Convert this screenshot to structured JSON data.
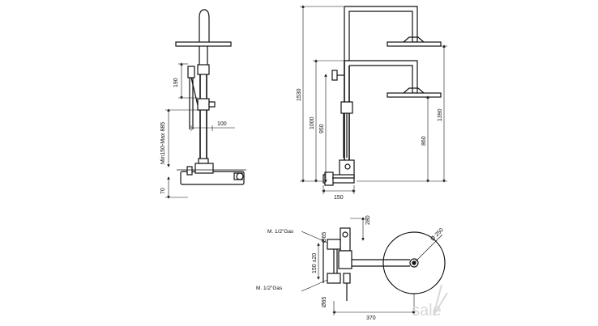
{
  "dimensions": {
    "d190": "190",
    "d100": "100",
    "d_min_max": "Min150-Max 885",
    "d70": "70",
    "d1530": "1530",
    "d1390": "1390",
    "d1000": "1000",
    "d950": "950",
    "d860": "860",
    "d150_side": "150",
    "d280": "280",
    "d65_top": "Ø65",
    "d150_20": "150 ±20",
    "d65_bottom": "Ø65",
    "d370": "370",
    "d250": "Ø 250"
  },
  "labels": {
    "gas_top": "M. 1/2\"Gas",
    "gas_bottom": "M. 1/2\"Gas"
  },
  "watermark": "sale"
}
